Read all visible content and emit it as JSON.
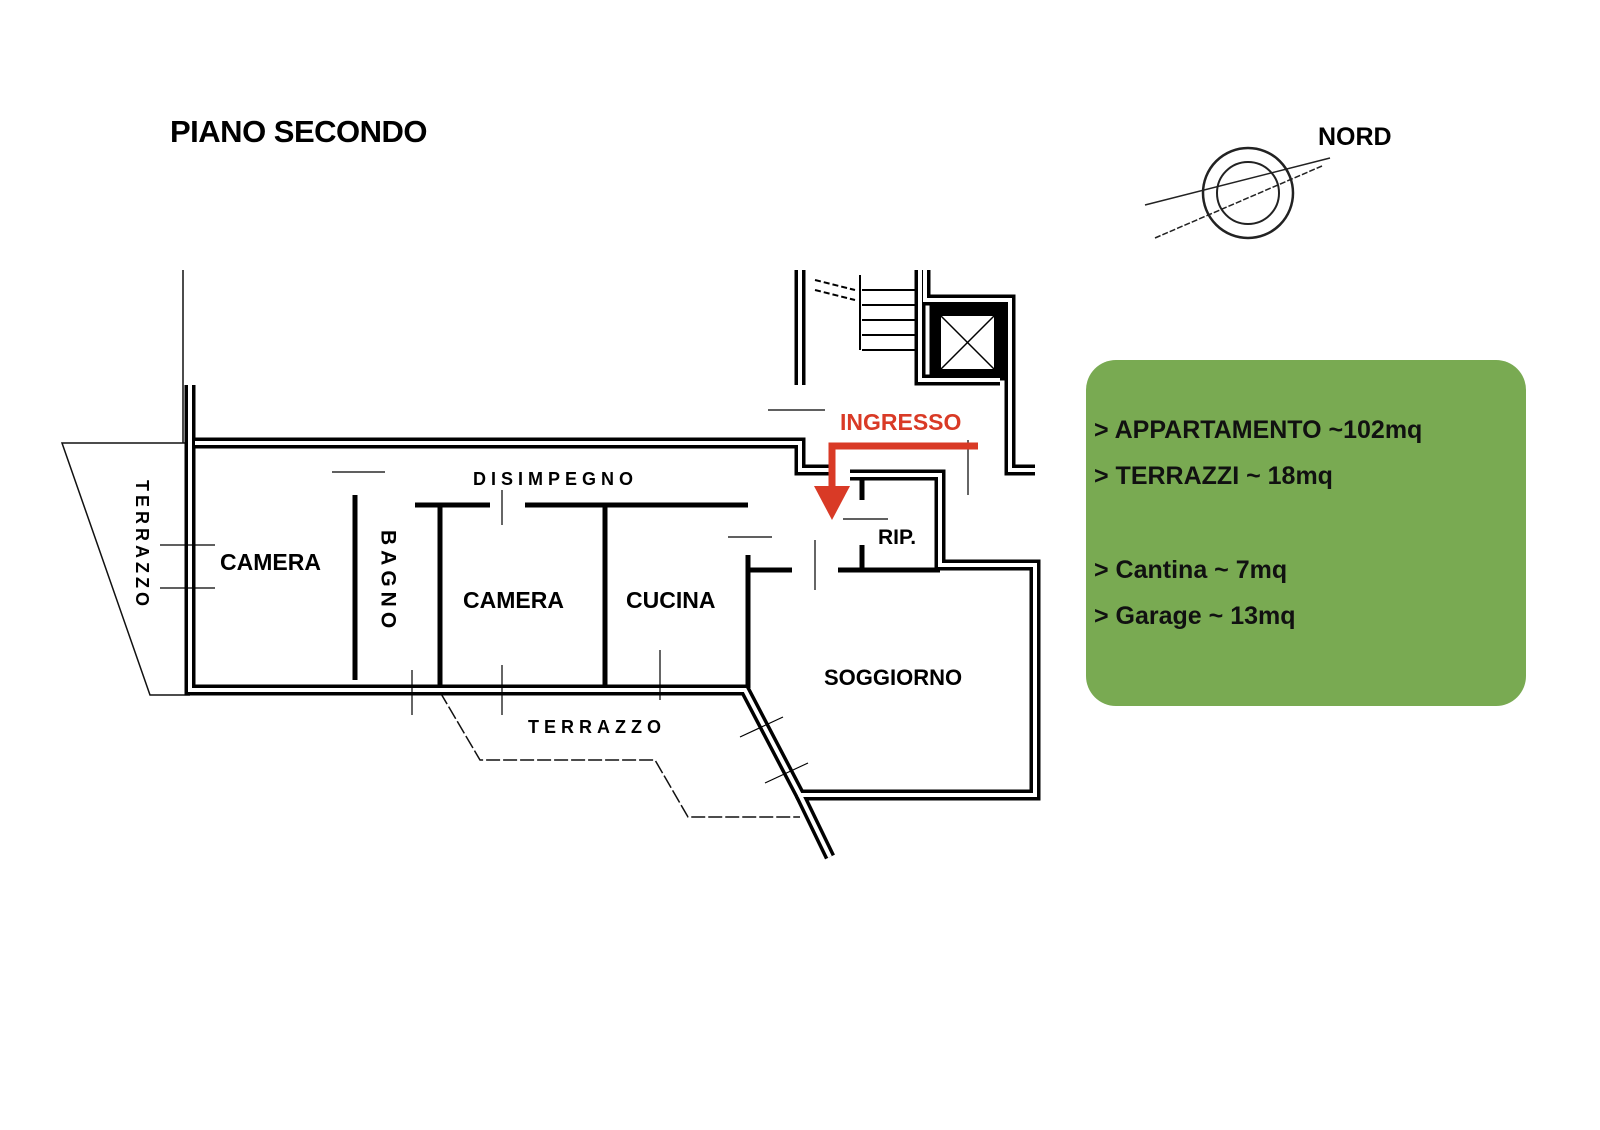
{
  "title": "PIANO SECONDO",
  "compass": {
    "label": "NORD"
  },
  "rooms": {
    "terrazzo_left": "TERRAZZO",
    "camera_1": "CAMERA",
    "bagno": "BAGNO",
    "disimpegno": "DISIMPEGNO",
    "camera_2": "CAMERA",
    "cucina": "CUCINA",
    "ingresso": "INGRESSO",
    "rip": "RIP.",
    "soggiorno": "SOGGIORNO",
    "terrazzo_bottom": "TERRAZZO"
  },
  "info": {
    "lines": [
      "> APPARTAMENTO ~102mq",
      "> TERRAZZI ~ 18mq",
      "> Cantina ~ 7mq",
      "> Garage ~ 13mq"
    ],
    "background_color": "#79aa52"
  },
  "colors": {
    "ingresso": "#d93a26"
  }
}
